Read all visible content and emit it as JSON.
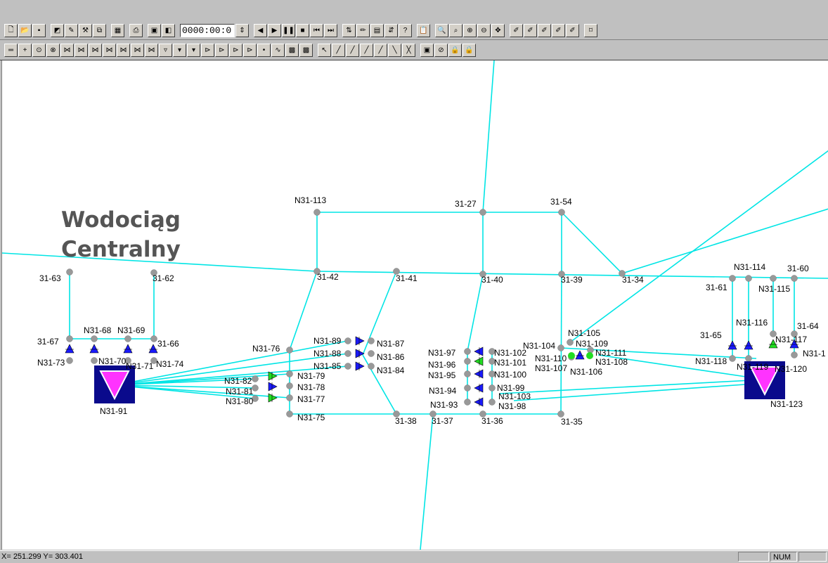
{
  "toolbar": {
    "time_value": "0000:00:0"
  },
  "map": {
    "title_line1": "Wodociąg",
    "title_line2": "Centralny",
    "pipe_color": "#00e5e5",
    "node_color": "#999999",
    "reservoir_color": "#0a0a8c",
    "reservoir_marker_color": "#ff33ff",
    "pump_blue": "#1a1aff",
    "pump_green": "#22dd22",
    "labels": {
      "n31_113": "N31-113",
      "n31_27": "31-27",
      "n31_54": "31-54",
      "n31_63": "31-63",
      "n31_62": "31-62",
      "n31_42": "31-42",
      "n31_41": "31-41",
      "n31_40": "31-40",
      "n31_39": "31-39",
      "n31_34": "31-34",
      "n31_114": "N31-114",
      "n31_60": "31-60",
      "n31_61": "31-61",
      "n31_115": "N31-115",
      "n31_116": "N31-116",
      "n31_64": "31-64",
      "n31_65": "31-65",
      "n31_117": "N31-117",
      "n31_1x": "N31-1",
      "n31_118": "N31-118",
      "n31_119": "N31-119",
      "n31_120": "N31-120",
      "n31_123": "N31-123",
      "n31_67": "31-67",
      "n31_68": "N31-68",
      "n31_69": "N31-69",
      "n31_66": "31-66",
      "n31_73": "N31-73",
      "n31_70": "N31-70",
      "n31_71": "N31-71",
      "n31_74": "N31-74",
      "n31_91": "N31-91",
      "n31_76": "N31-76",
      "n31_89": "N31-89",
      "n31_87": "N31-87",
      "n31_88": "N31-88",
      "n31_86": "N31-86",
      "n31_85": "N31-85",
      "n31_84": "N31-84",
      "n31_82": "N31-82",
      "n31_79": "N31-79",
      "n31_81": "N31-81",
      "n31_78": "N31-78",
      "n31_80": "N31-80",
      "n31_77": "N31-77",
      "n31_75": "N31-75",
      "n31_38": "31-38",
      "n31_37": "31-37",
      "n31_36": "31-36",
      "n31_35": "31-35",
      "n31_97": "N31-97",
      "n31_102": "N31-102",
      "n31_96": "N31-96",
      "n31_101": "N31-101",
      "n31_95": "N31-95",
      "n31_100": "N31-100",
      "n31_94": "N31-94",
      "n31_99": "N31-99",
      "n31_103": "N31-103",
      "n31_93": "N31-93",
      "n31_98": "N31-98",
      "n31_104": "N31-104",
      "n31_105": "N31-105",
      "n31_109": "N31-109",
      "n31_110": "N31-110",
      "n31_111": "N31-111",
      "n31_108": "N31-108",
      "n31_107": "N31-107",
      "n31_106": "N31-106"
    }
  },
  "status": {
    "coords": "X= 251.299  Y= 303.401",
    "num": "NUM"
  }
}
